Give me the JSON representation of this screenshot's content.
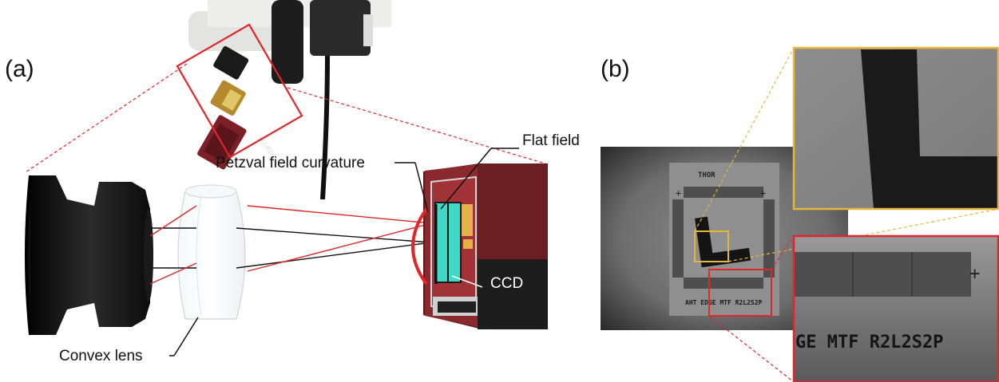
{
  "panels": {
    "a": {
      "label": "(a)"
    },
    "b": {
      "label": "(b)"
    }
  },
  "annotations": {
    "petzval": "Petzval field curvature",
    "flat_field": "Flat field",
    "ccd": "CCD",
    "convex_lens": "Convex lens"
  },
  "camera_brand": "ALLIED",
  "target": {
    "logo": "THOR",
    "letter": "L",
    "bottom_text": "AHT EDGE MTF R2L2S2P",
    "zoom_text": "GE MTF R2L2S2P"
  },
  "colors": {
    "red_highlight": "#e0262b",
    "yellow_highlight": "#e7b73a",
    "camera_body": "#6b1f22",
    "sensor": "#3fd9c8",
    "ray_black": "#111111",
    "ray_red": "#e0262b"
  }
}
